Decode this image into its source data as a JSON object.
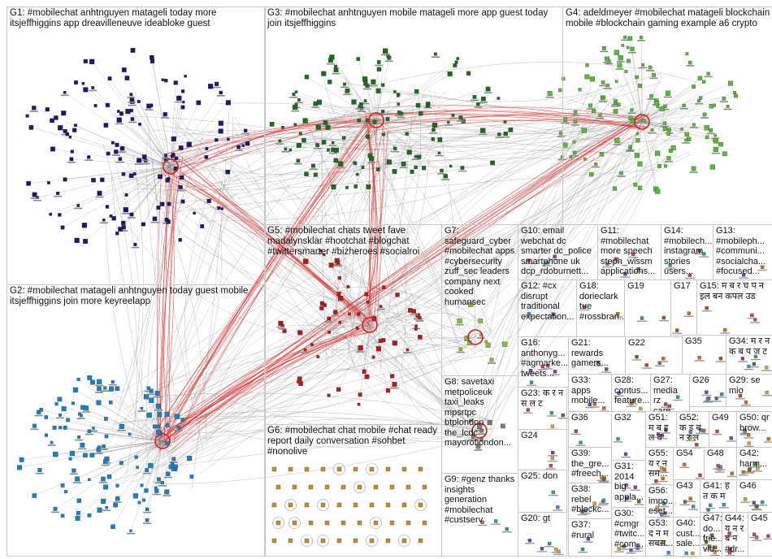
{
  "groups": [
    {
      "id": "G1",
      "label": "G1: #mobilechat anhtnguyen matageli today more itsjeffhiggins app dreavilleneuve ideabloke guest",
      "color": "#1a1a6e"
    },
    {
      "id": "G2",
      "label": "G2: #mobilechat matageli anhtnguyen today guest mobile itsjeffhiggins join more keyreelapp",
      "color": "#1c7fc0"
    },
    {
      "id": "G3",
      "label": "G3: #mobilechat anhtnguyen mobile matageli more app guest today join itsjeffhiggins",
      "color": "#1e6b1e"
    },
    {
      "id": "G4",
      "label": "G4: adeldmeyer #mobilechat matageli blockchain mobile #blockchain gaming example a6 crypto",
      "color": "#58b83a"
    },
    {
      "id": "G5",
      "label": "G5: #mobilechat chats tweet fave madalynsklar #hootchat #blogchat #twittersmarter #bizheroes #socialroi",
      "color": "#b31b1b"
    },
    {
      "id": "G6",
      "label": "G6: #mobilechat chat mobile #chat ready report daily conversation #sohbet #nonolive",
      "color": "#c58a2a"
    },
    {
      "id": "G7",
      "label": "G7: safeguard_cyber #mobilechat apps #cybersecurity zuff_sec leaders company next cooked humansec",
      "color": "#8bbd3c"
    },
    {
      "id": "G8",
      "label": "G8: savetaxi metpoliceuk taxi_leaks mpsrtpc btplondon the_lcdc mayoroflondon...",
      "color": "#7a7a7a"
    },
    {
      "id": "G9",
      "label": "G9: #genz thanks insights generation #mobilechat #custserv",
      "color": "#7a7a7a"
    },
    {
      "id": "G10",
      "label": "G10: email webchat dc smarter dc_police smartphone uk dcp_rdoburnett...",
      "color": "#7a7a7a"
    },
    {
      "id": "G11",
      "label": "G11: #mobilechat more speech steph_wissm applications...",
      "color": "#7a7a7a"
    },
    {
      "id": "G12",
      "label": "G12: #cx disrupt traditional expectation...",
      "color": "#7a7a7a"
    },
    {
      "id": "G13",
      "label": "G13: #mobileph... #communi... #socialcha... #focused...",
      "color": "#7a7a7a"
    },
    {
      "id": "G14",
      "label": "G14: #mobilech... instagram stories users...",
      "color": "#7a7a7a"
    },
    {
      "id": "G15",
      "label": "G15: म ब र च प न इल बन कपल उड",
      "color": "#7a7a7a"
    },
    {
      "id": "G16",
      "label": "G16: anthonyg... #agmarke... tweets...",
      "color": "#7a7a7a"
    },
    {
      "id": "G17",
      "label": "G17",
      "color": "#7a7a7a"
    },
    {
      "id": "G18",
      "label": "G18: dorieclark tue #rossbran...",
      "color": "#7a7a7a"
    },
    {
      "id": "G19",
      "label": "G19",
      "color": "#7a7a7a"
    },
    {
      "id": "G20",
      "label": "G20: gt",
      "color": "#7a7a7a"
    },
    {
      "id": "G21",
      "label": "G21: rewards gamers...",
      "color": "#7a7a7a"
    },
    {
      "id": "G22",
      "label": "G22",
      "color": "#7a7a7a"
    },
    {
      "id": "G23",
      "label": "G23: क र न स ल ट",
      "color": "#7a7a7a"
    },
    {
      "id": "G24",
      "label": "G24",
      "color": "#7a7a7a"
    },
    {
      "id": "G25",
      "label": "G25: don",
      "color": "#7a7a7a"
    },
    {
      "id": "G26",
      "label": "G26",
      "color": "#7a7a7a"
    },
    {
      "id": "G27",
      "label": "G27: media rz care...",
      "color": "#7a7a7a"
    },
    {
      "id": "G28",
      "label": "G28: contus... feature...",
      "color": "#7a7a7a"
    },
    {
      "id": "G29",
      "label": "G29: se mio",
      "color": "#7a7a7a"
    },
    {
      "id": "G30",
      "label": "G30: #cmgr #twitc... #com...",
      "color": "#7a7a7a"
    },
    {
      "id": "G31",
      "label": "G31: 2014 big appla...",
      "color": "#7a7a7a"
    },
    {
      "id": "G32",
      "label": "G32",
      "color": "#7a7a7a"
    },
    {
      "id": "G33",
      "label": "G33: apps mobile...",
      "color": "#7a7a7a"
    },
    {
      "id": "G34",
      "label": "G34: म र न क ब प ज ट",
      "color": "#7a7a7a"
    },
    {
      "id": "G35",
      "label": "G35",
      "color": "#7a7a7a"
    },
    {
      "id": "G36",
      "label": "G36",
      "color": "#7a7a7a"
    },
    {
      "id": "G37",
      "label": "G37: #rural",
      "color": "#7a7a7a"
    },
    {
      "id": "G38",
      "label": "G38: rebel #blockc...",
      "color": "#7a7a7a"
    },
    {
      "id": "G39",
      "label": "G39: the_gre... #freech...",
      "color": "#7a7a7a"
    },
    {
      "id": "G40",
      "label": "G40: cust... sale...",
      "color": "#7a7a7a"
    },
    {
      "id": "G41",
      "label": "G41: ह त क म",
      "color": "#7a7a7a"
    },
    {
      "id": "G42",
      "label": "G42: harm...",
      "color": "#7a7a7a"
    },
    {
      "id": "G43",
      "label": "G43",
      "color": "#7a7a7a"
    },
    {
      "id": "G44",
      "label": "G44: य न र ब न #dr...",
      "color": "#7a7a7a"
    },
    {
      "id": "G45",
      "label": "G45",
      "color": "#7a7a7a"
    },
    {
      "id": "G46",
      "label": "G46",
      "color": "#7a7a7a"
    },
    {
      "id": "G47",
      "label": "G47: do... frie... vid...",
      "color": "#7a7a7a"
    },
    {
      "id": "G48",
      "label": "G48",
      "color": "#7a7a7a"
    },
    {
      "id": "G49",
      "label": "G49",
      "color": "#7a7a7a"
    },
    {
      "id": "G50",
      "label": "G50: qr brow...",
      "color": "#7a7a7a"
    },
    {
      "id": "G51",
      "label": "G51: म ब इ ल व",
      "color": "#7a7a7a"
    },
    {
      "id": "G52",
      "label": "G52: क ड ब न र ल",
      "color": "#7a7a7a"
    },
    {
      "id": "G53",
      "label": "G53: द न म सबस...",
      "color": "#7a7a7a"
    },
    {
      "id": "G54",
      "label": "G54",
      "color": "#7a7a7a"
    },
    {
      "id": "G55",
      "label": "G55: य र न सम...",
      "color": "#7a7a7a"
    },
    {
      "id": "G56",
      "label": "G56: impo... eset...",
      "color": "#7a7a7a"
    }
  ],
  "colors": {
    "edge_gray": "#8c8c8c",
    "edge_red": "#d42020",
    "background": "#ffffff"
  }
}
